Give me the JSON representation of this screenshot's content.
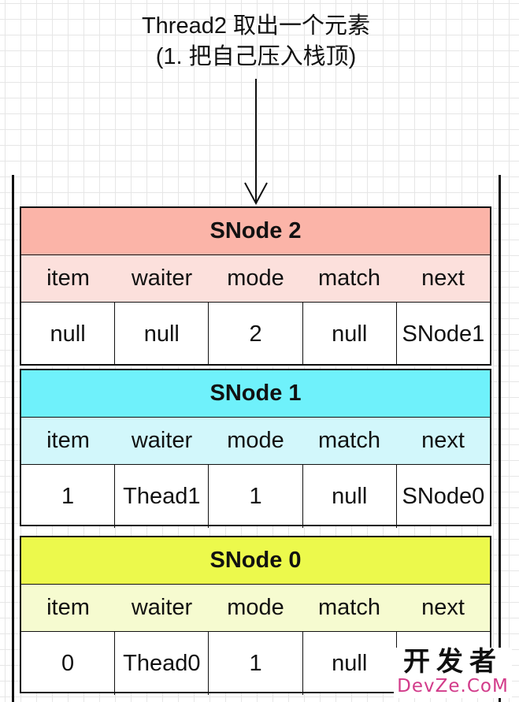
{
  "caption": {
    "line1": "Thread2 取出一个元素",
    "line2": "(1. 把自己压入栈顶)"
  },
  "stack": {
    "nodes": [
      {
        "title": "SNode 2",
        "title_color": "#fbb4a8",
        "header_color": "#fce0dc",
        "fields": [
          "item",
          "waiter",
          "mode",
          "match",
          "next"
        ],
        "values": [
          "null",
          "null",
          "2",
          "null",
          "SNode1"
        ]
      },
      {
        "title": "SNode 1",
        "title_color": "#6ff1fb",
        "header_color": "#d2f7fb",
        "fields": [
          "item",
          "waiter",
          "mode",
          "match",
          "next"
        ],
        "values": [
          "1",
          "Thead1",
          "1",
          "null",
          "SNode0"
        ]
      },
      {
        "title": "SNode 0",
        "title_color": "#ecf94c",
        "header_color": "#f6fbd0",
        "fields": [
          "item",
          "waiter",
          "mode",
          "match",
          "next"
        ],
        "values": [
          "0",
          "Thead0",
          "1",
          "null",
          ""
        ]
      }
    ]
  },
  "watermark": {
    "top": "开发者",
    "bottom": "DevZe.CoM"
  }
}
